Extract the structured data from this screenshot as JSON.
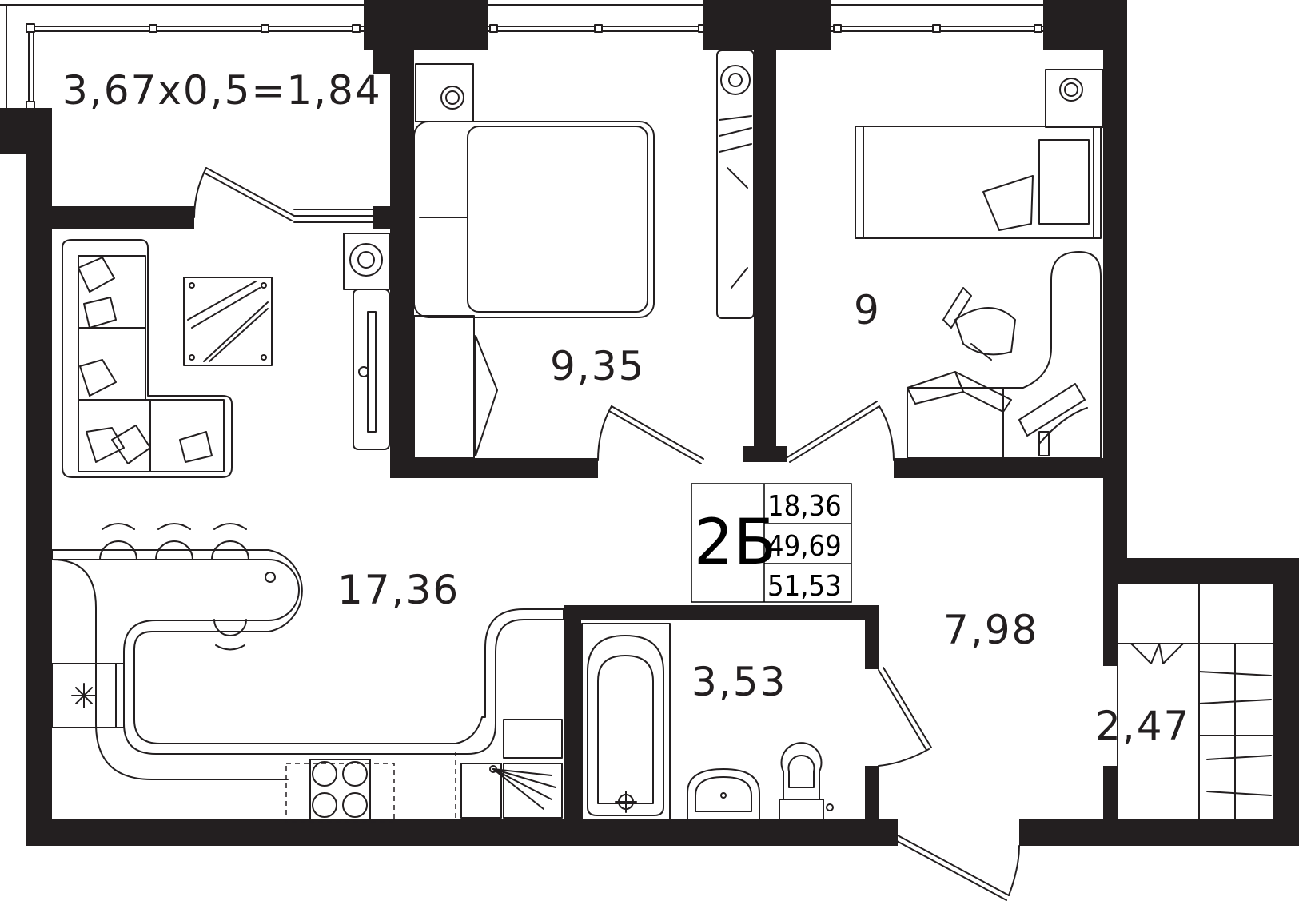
{
  "rooms": {
    "balcony": "3,67x0,5=1,84",
    "bedroom": "9,35",
    "kids_room": "9",
    "living_kitchen": "17,36",
    "hallway": "7,98",
    "bathroom": "3,53",
    "wardrobe": "2,47"
  },
  "apartment": {
    "type": "2Б",
    "living_area": "18,36",
    "total_area": "49,69",
    "total_with_balcony": "51,53"
  },
  "colors": {
    "wall": "#231f20",
    "background": "#ffffff"
  }
}
